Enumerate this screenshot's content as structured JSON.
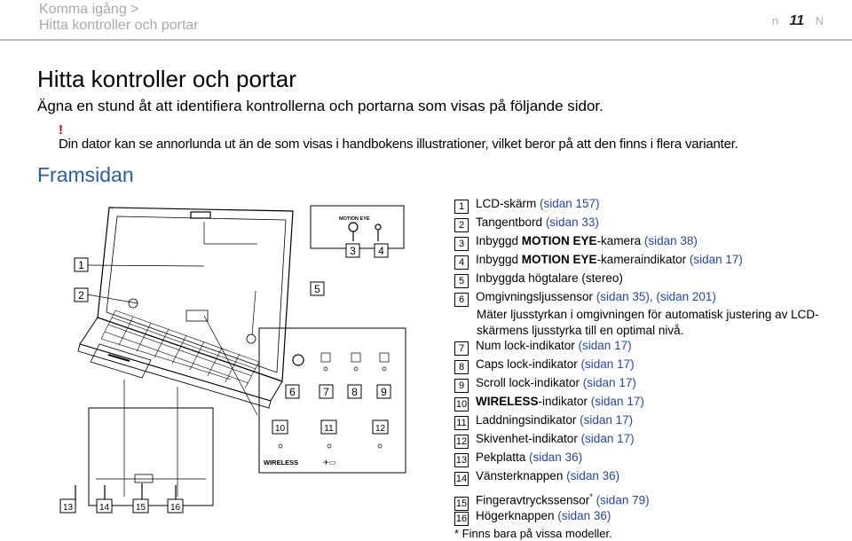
{
  "header": {
    "breadcrumb_1": "Komma igång >",
    "breadcrumb_2": "Hitta kontroller och portar",
    "page_number": "11",
    "prev_glyph": "n",
    "next_glyph": "N"
  },
  "title": "Hitta kontroller och portar",
  "intro": "Ägna en stund åt att identifiera kontrollerna och portarna som visas på följande sidor.",
  "warning": {
    "mark": "!",
    "text": "Din dator kan se annorlunda ut än de som visas i handbokens illustrationer, vilket beror på att den finns i flera varianter."
  },
  "section_title": "Framsidan",
  "figure": {
    "callouts": [
      "1",
      "2",
      "3",
      "4",
      "5",
      "6",
      "7",
      "8",
      "9",
      "10",
      "11",
      "12",
      "13",
      "14",
      "15",
      "16"
    ],
    "camera_label": "MOTION EYE",
    "wireless_label": "WIRELESS"
  },
  "items": [
    {
      "n": "1",
      "text": "LCD-skärm ",
      "ref": "(sidan 157)"
    },
    {
      "n": "2",
      "text": "Tangentbord ",
      "ref": "(sidan 33)"
    },
    {
      "n": "3",
      "pre": "Inbyggd ",
      "bold": "MOTION EYE",
      "text": "-kamera ",
      "ref": "(sidan 38)"
    },
    {
      "n": "4",
      "pre": "Inbyggd ",
      "bold": "MOTION EYE",
      "text": "-kameraindikator ",
      "ref": "(sidan 17)"
    },
    {
      "n": "5",
      "text": "Inbyggda högtalare (stereo)"
    },
    {
      "n": "6",
      "text": "Omgivningsljussensor ",
      "ref": "(sidan 35), (sidan 201)",
      "sub": "Mäter ljusstyrkan i omgivningen för automatisk justering av LCD-skärmens ljusstyrka till en optimal nivå."
    },
    {
      "n": "7",
      "text": "Num lock-indikator ",
      "ref": "(sidan 17)"
    },
    {
      "n": "8",
      "text": "Caps lock-indikator ",
      "ref": "(sidan 17)"
    },
    {
      "n": "9",
      "text": "Scroll lock-indikator ",
      "ref": "(sidan 17)"
    },
    {
      "n": "10",
      "bold": "WIRELESS",
      "text": "-indikator ",
      "ref": "(sidan 17)"
    },
    {
      "n": "11",
      "text": "Laddningsindikator ",
      "ref": "(sidan 17)"
    },
    {
      "n": "12",
      "text": "Skivenhet-indikator ",
      "ref": "(sidan 17)"
    },
    {
      "n": "13",
      "text": "Pekplatta ",
      "ref": "(sidan 36)"
    },
    {
      "n": "14",
      "text": "Vänsterknappen ",
      "ref": "(sidan 36)"
    },
    {
      "n": "15",
      "text": "Fingeravtryckssensor",
      "sup": "*",
      "ref": " (sidan 79)"
    },
    {
      "n": "16",
      "text": "Högerknappen ",
      "ref": "(sidan 36)"
    }
  ],
  "footnote": "*   Finns bara på vissa modeller."
}
